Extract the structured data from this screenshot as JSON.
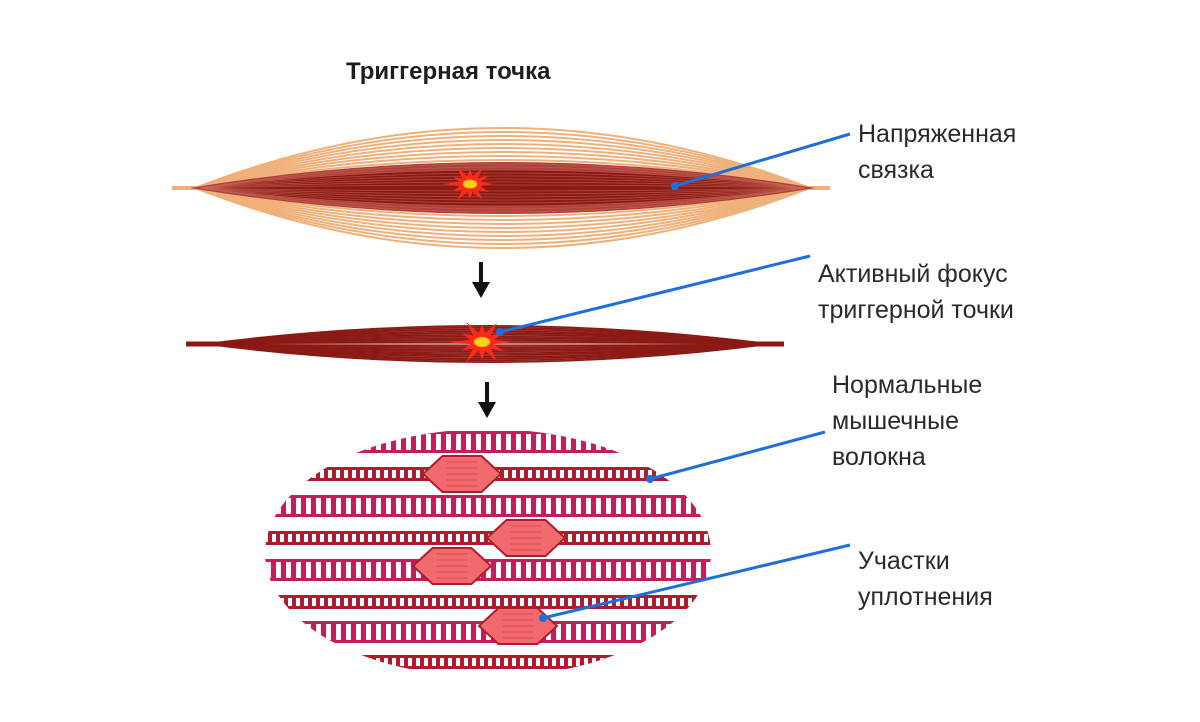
{
  "title": "Триггерная точка",
  "labels": {
    "taut_band": [
      "Напряженная",
      "связка"
    ],
    "active_focus": [
      "Активный фокус",
      "триггерной точки"
    ],
    "normal_fibers": [
      "Нормальные",
      "мышечные",
      "волокна"
    ],
    "contraction_knots": [
      "Участки",
      "уплотнения"
    ]
  },
  "colors": {
    "muscle_dark": "#8b1a14",
    "muscle_outer": "#f0b07a",
    "muscle_mid": "#b0403a",
    "trigger_burst": "#ff2a1a",
    "trigger_core": "#ffd21a",
    "fiber_border": "#b01c2e",
    "fiber_pink": "#c01f5a",
    "knot_fill": "#f06a6e",
    "leader_line": "#1e6fd9"
  },
  "icons": [
    "down-arrow-icon",
    "trigger-burst-icon"
  ]
}
